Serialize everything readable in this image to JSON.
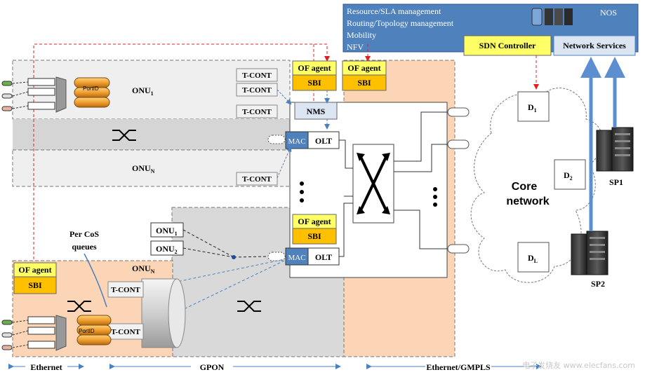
{
  "nos": {
    "lines": [
      "Resource/SLA management",
      "Routing/Topology management",
      "Mobility",
      "NFV"
    ],
    "label": "NOS",
    "sdn_controller": "SDN Controller",
    "network_services": "Network Services"
  },
  "onu1": {
    "name": "ONU",
    "sub": "1",
    "portid": "PortID",
    "tconts": [
      "T-CONT",
      "T-CONT",
      "T-CONT"
    ]
  },
  "onun": {
    "name": "ONU",
    "sub": "N",
    "tcont": "T-CONT"
  },
  "of_agent": "OF agent",
  "sbi": "SBI",
  "nms": "NMS",
  "mac": "MAC",
  "olt": "OLT",
  "core": {
    "line1": "Core",
    "line2": "network",
    "d1": "D",
    "d1_sub": "1",
    "d2": "D",
    "d2_sub": "2",
    "dl": "D",
    "dl_sub": "L"
  },
  "sp1": "SP1",
  "sp2": "SP2",
  "lower": {
    "onu1": "ONU",
    "onu1_sub": "1",
    "onu2": "ONU",
    "onu2_sub": "2",
    "per_cos": [
      "Per CoS",
      "queues"
    ],
    "onun": "ONU",
    "onun_sub": "N",
    "tconts": [
      "T-CONT",
      "T-CONT"
    ],
    "portid": "PortID"
  },
  "bottom": {
    "ethernet": "Ethernet",
    "gpon": "GPON",
    "eth_gmpls": "Ethernet/GMPLS"
  },
  "watermark": "电子发烧友 www.elecfans.com",
  "colors": {
    "nos_blue": "#4f81bd",
    "agent_yellow": "#ffff66",
    "sbi_orange": "#ffc000",
    "peach": "#fbd5b5",
    "grey": "#d9d9d9"
  }
}
